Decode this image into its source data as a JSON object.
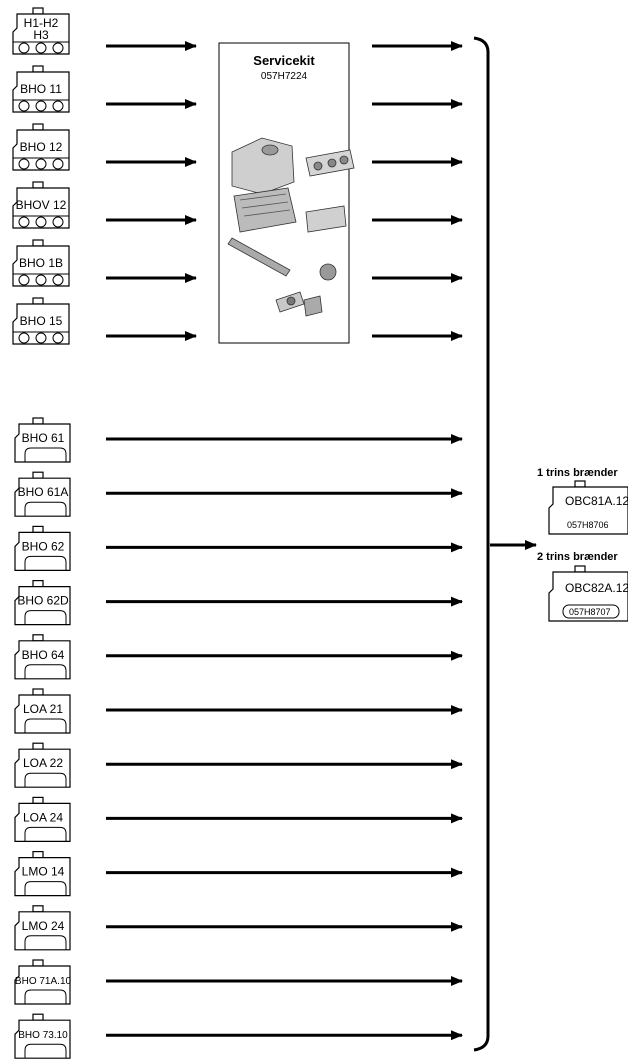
{
  "type_a_devices": [
    {
      "line1": "H1-H2",
      "line2": "H3"
    },
    {
      "line1": "BHO 11",
      "line2": ""
    },
    {
      "line1": "BHO 12",
      "line2": ""
    },
    {
      "line1": "BHOV 12",
      "line2": ""
    },
    {
      "line1": "BHO 1B",
      "line2": ""
    },
    {
      "line1": "BHO 15",
      "line2": ""
    }
  ],
  "servicekit": {
    "title": "Servicekit",
    "code": "057H7224"
  },
  "type_b_devices": [
    "BHO 61",
    "BHO 61A",
    "BHO 62",
    "BHO 62D",
    "BHO 64",
    "LOA 21",
    "LOA 22",
    "LOA 24",
    "LMO 14",
    "LMO 24",
    "BHO 71A.10",
    "BHO 73.10"
  ],
  "targets": [
    {
      "heading": "1 trins brænder",
      "model": "OBC81A.12",
      "code": "057H8706"
    },
    {
      "heading": "2 trins brænder",
      "model": "OBC82A.12",
      "code": "057H8707"
    }
  ]
}
